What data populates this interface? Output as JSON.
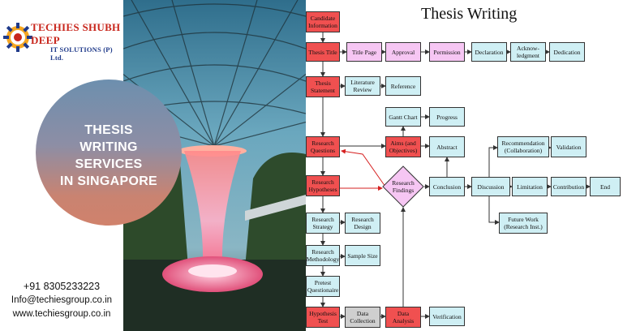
{
  "brand": {
    "name": "TECHIES SHUBH DEEP",
    "sub": "IT SOLUTIONS (P) Ltd.",
    "colors": {
      "red": "#c8261c",
      "blue": "#1f3a8a"
    }
  },
  "banner": {
    "lines": [
      "THESIS",
      "WRITING",
      "SERVICES",
      "IN SINGAPORE"
    ]
  },
  "contact": {
    "phone": "+91 8305233223",
    "email": "Info@techiesgroup.co.in",
    "web": "www.techiesgroup.co.in"
  },
  "diagram": {
    "title": "Thesis Writing",
    "nodes": {
      "candidate": "Candidate Information",
      "thesis_title": "Thesis Title",
      "title_page": "Title Page",
      "approval": "Approval",
      "permission": "Permission",
      "declaration": "Declaration",
      "acknowledgment": "Acknow-ledgment",
      "dedication": "Dedication",
      "thesis_statement": "Thesis Statement",
      "literature_review": "Literature Review",
      "reference": "Reference",
      "gantt": "Gantt Chart",
      "progress": "Progress",
      "research_questions": "Research Questions",
      "aims": "Aims (and Objectives)",
      "abstract": "Abstract",
      "recommendation": "Recommendation (Collaboration)",
      "validation": "Validation",
      "research_hypotheses": "Research Hypotheses",
      "research_findings": "Research Findings",
      "conclusion": "Conclusion",
      "discussion": "Discussion",
      "limitation": "Limitation",
      "contribution": "Contribution",
      "end": "End",
      "research_strategy": "Research Strategy",
      "research_design": "Research Design",
      "future_work": "Future Work (Research Inst.)",
      "research_methodology": "Research Methodology",
      "sample_size": "Sample Size",
      "pretest": "Pretest Questionaire",
      "hypothesis_test": "Hypothesis Test",
      "data_collection": "Data Collection",
      "data_analysis": "Data Analysis",
      "verification": "Verification"
    }
  }
}
